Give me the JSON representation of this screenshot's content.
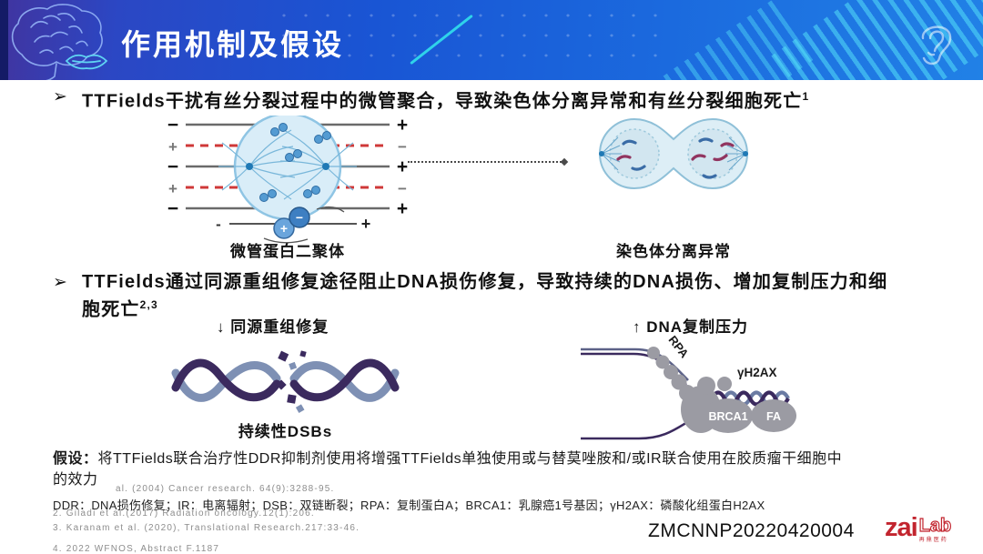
{
  "header": {
    "title": "作用机制及假设"
  },
  "bullets": {
    "b1": {
      "marker": "➢",
      "text": "TTFields干扰有丝分裂过程中的微管聚合，导致染色体分离异常和有丝分裂细胞死亡",
      "sup": "1"
    },
    "b2": {
      "marker": "➢",
      "text": "TTFields通过同源重组修复途径阻止DNA损伤修复，导致持续的DNA损伤、增加复制压力和细胞死亡",
      "sup": "2,3"
    }
  },
  "figures": {
    "mitosis": {
      "caption": "微管蛋白二聚体",
      "field_rows": [
        {
          "left": "−",
          "right": "+"
        },
        {
          "left": "+",
          "right": "−"
        },
        {
          "left": "−",
          "right": "+"
        },
        {
          "left": "+",
          "right": "−"
        },
        {
          "left": "−",
          "right": "+"
        }
      ],
      "dimer": {
        "left_sign": "-",
        "plus": "+",
        "minus": "−",
        "right_sign": "+"
      }
    },
    "segregation": {
      "caption": "染色体分离异常"
    },
    "dsb": {
      "caption": "持续性DSBs",
      "label": "↓ 同源重组修复"
    },
    "fork": {
      "label": "↑ DNA复制压力",
      "proteins": {
        "rpa": "RPA",
        "h2ax": "γH2AX",
        "brca1": "BRCA1",
        "fa": "FA"
      }
    }
  },
  "hypothesis": {
    "prefix": "假设：",
    "body": "将TTFields联合治疗性DDR抑制剂使用将增强TTFields单独使用或与替莫唑胺和/或IR联合使用在胶质瘤干细胞中",
    "tail": "的效力"
  },
  "abbreviations": "DDR：DNA损伤修复；IR：电离辐射；DSB：双链断裂；RPA：复制蛋白A；BRCA1：乳腺癌1号基因；γH2AX：磷酸化组蛋白H2AX",
  "references": [
    "1. Kirson et al. (2004) Cancer research. 64(9):3288-95.",
    "2. Giladi et al.(2017) Radiation oncology.12(1):206.",
    "3. Karanam et al. (2020), Translational Research.217:33-46.",
    "4. 2022 WFNOS, Abstract F.1187"
  ],
  "footer": {
    "code": "ZMCNNP20220420004"
  },
  "logo": {
    "zai": "zai",
    "lab": "Lab",
    "sub": "再鼎医药"
  },
  "colors": {
    "header_left": "#41349f",
    "header_mid": "#1a5ed8",
    "header_right": "#2181e6",
    "stripe_cyan": "#49e0f2",
    "logo_red": "#c2242e",
    "cell_fill": "#d9edf8",
    "cell_stroke": "#8fc5e4",
    "dna_purple": "#3b2a5e",
    "dna_slate": "#7e90b4",
    "protein_gray": "#9b9ba3",
    "dashed_field_red": "#cf3838"
  }
}
